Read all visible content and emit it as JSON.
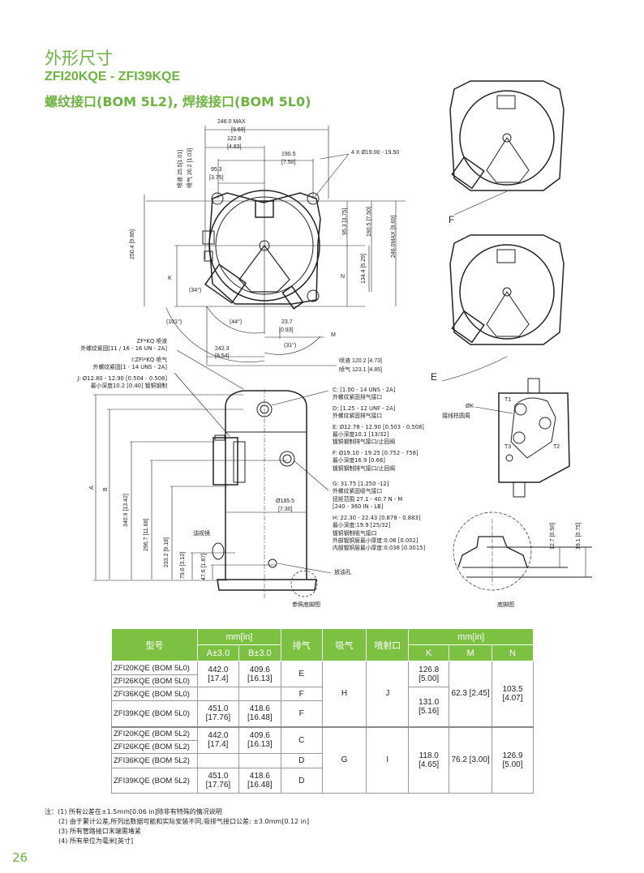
{
  "header": {
    "title": "外形尺寸",
    "models": "ZFI20KQE - ZFI39KQE",
    "subtitle": "螺纹接口(BOM 5L2), 焊接接口(BOM 5L0)"
  },
  "top_view": {
    "d_246": "246.0 MAX",
    "d_246i": "[9.69]",
    "d_1228": "122.8",
    "d_1228i": "[4.83]",
    "d_1905": "190.5",
    "d_1905i": "[7.50]",
    "d_953": "95.3",
    "d_953i": "[3.75]",
    "holes": "4 X Ø19.00 - 19.50",
    "v_inj_liq": "喷液 25.5[1.01]",
    "v_inj_gas": "喷气 26.2 [1.03]",
    "v_2504": "250.4 [9.86]",
    "k": "K",
    "a34": "(34°)",
    "r_953": "95.3 [3.75]",
    "r_1905": "190.5 [7.50]",
    "r_246": "246.0MAX [9.69]",
    "n": "N",
    "r_1344": "134.4 [5.29]",
    "a101": "(101°)",
    "a44": "(44°)",
    "d_237": "23.7",
    "d_237i": "[0.93]",
    "m": "M",
    "a31": "(31°)",
    "d_2423": "242.3",
    "d_2423i": "[9.54]",
    "liq_1202": "喷液 120.2 [4.73]",
    "gas_1231": "喷气 123.1 [4.85]"
  },
  "left_notes": [
    "ZF*KQ 喷液",
    "外螺纹紧固[11 / 16 - 16 UN - 2A]",
    "I:ZFI*KQ 喷气",
    "外螺纹紧固[1 - 14 UNS - 2A]",
    "J: Ø12.80 - 12.90 [0.504 - 0.508]",
    "最小深度10.2 [0.40] 镀铜钢制"
  ],
  "right_notes": {
    "c": [
      "C: [1.00 - 14 UNS - 2A]",
      "外螺纹紧固排气接口"
    ],
    "d": [
      "D: [1.25 - 12 UNF - 2A]",
      "外螺纹紧固排气接口"
    ],
    "e": [
      "E: Ø12.78 - 12.90 [0.503 - 0.508]",
      "最小深度10.1 [13/32]",
      "镀铜钢制排气接口/止回阀"
    ],
    "f": [
      "F: Ø19.10 - 19.25 [0.752 - 758]",
      "最小深度16.9 [0.66]",
      "镀铜钢制排气接口/止回阀"
    ],
    "g": [
      "G: 31.75 [1.250 -12]",
      "外螺纹紧固吸气接口",
      "扭矩范围 27.1 - 40.7 N - M",
      "[240 - 360 IN - LB]"
    ],
    "h": [
      "H: 22.30 - 22.43 [0.878 - 0.883]",
      "最小深度:19.9 [25/32]",
      "镀铜钢制吸气接口",
      "外部镀铜层最小厚度:0.06 [0.002]",
      "内部镀铜层最小厚度:0.038 [0.0015]"
    ],
    "drain": "放油孔"
  },
  "side_view": {
    "a": "A",
    "b": "B",
    "d3409": "340.9 [13.42]",
    "d2967": "296.7 [11.68]",
    "d2332": "233.2 [9.18]",
    "d796": "79.6 [3.13]",
    "d476": "47.6 [1.87]",
    "sight": "油视镜",
    "dia": "Ø185.5",
    "diai": "[7.30]",
    "foot_ref": "参照底脚图"
  },
  "right_views": {
    "f": "F",
    "e": "E",
    "ok": "ØK",
    "terminal": "接线柱圆周",
    "t1": "T1",
    "t2": "T2",
    "t3": "T3",
    "h127": "12.7 [0.50]",
    "h191": "19.1 [0.75]",
    "foot": "底脚图"
  },
  "table": {
    "h_model": "型号",
    "h_mm1": "mm[in]",
    "h_a": "A±3.0",
    "h_b": "B±3.0",
    "h_dis": "排气",
    "h_suc": "吸气",
    "h_inj": "喷射口",
    "h_mm2": "mm[in]",
    "h_k": "K",
    "h_m": "M",
    "h_n": "N",
    "models": [
      "ZFI20KQE (BOM 5L0)",
      "ZFI26KQE (BOM 5L0)",
      "ZFI36KQE (BOM 5L0)",
      "ZFI39KQE (BOM 5L0)",
      "ZFI20KQE (BOM 5L2)",
      "ZFI26KQE (BOM 5L2)",
      "ZFI36KQE (BOM 5L2)",
      "ZFI39KQE (BOM 5L2)"
    ],
    "a1": "442.0 [17.4]",
    "b1": "409.6 [16.13]",
    "a2": "451.0 [17.76]",
    "b2": "418.6 [16.48]",
    "a3": "442.0 [17.4]",
    "b3": "409.6 [16.13]",
    "a4": "451.0 [17.76]",
    "b4": "418.6 [16.48]",
    "dis": [
      "E",
      "F",
      "F",
      "C",
      "D",
      "D"
    ],
    "suc1": "H",
    "inj1": "J",
    "suc2": "G",
    "inj2": "I",
    "k1": "126.8 [5.00]",
    "k2": "131.0 [5.16]",
    "m1": "62.3 [2.45]",
    "n1": "103.5 [4.07]",
    "k3": "118.0 [4.65]",
    "m2": "76.2 [3.00]",
    "n2": "126.9 [5.00]"
  },
  "notes": [
    "注：(1)  所有公差在±1.5mm[0.06 in]除非有特殊的情况说明",
    "(2)  由于累计公差,所列出数据可能和实际安装不同,吸排气接口公差: ±3.0mm[0.12 in]",
    "(3)  所有管路接口末端需堵紧",
    "(4)  所有单位为毫米[英寸]"
  ],
  "page_number": "26"
}
